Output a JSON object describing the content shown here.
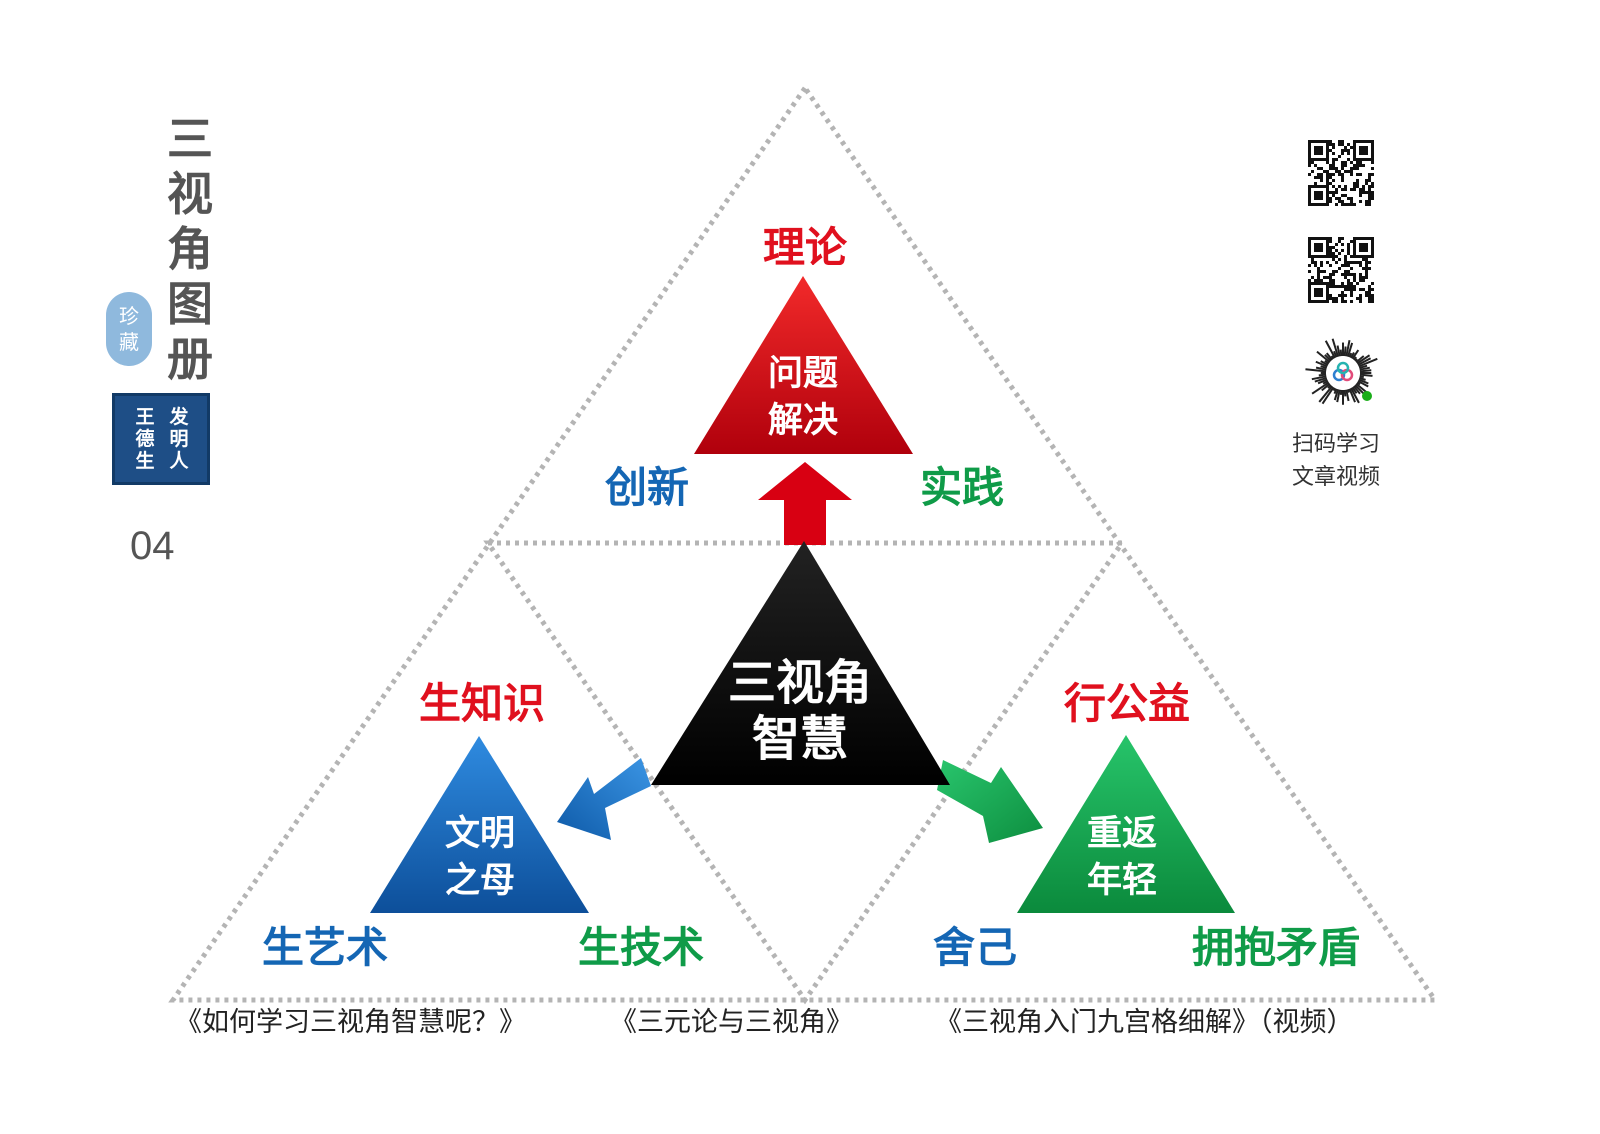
{
  "side_title": [
    "三",
    "视",
    "角",
    "图",
    "册"
  ],
  "seal_oval": [
    "珍",
    "藏"
  ],
  "seal_box": {
    "col_left": [
      "王",
      "德",
      "生"
    ],
    "col_right": [
      "发",
      "明",
      "人"
    ]
  },
  "page_number": "04",
  "top_group": {
    "heading": "理论",
    "core_line1": "问题",
    "core_line2": "解决",
    "left_label": "创新",
    "right_label": "实践"
  },
  "center_group": {
    "line1": "三视角",
    "line2": "智慧"
  },
  "left_group": {
    "heading": "生知识",
    "core_line1": "文明",
    "core_line2": "之母",
    "left_label": "生艺术",
    "right_label": "生技术"
  },
  "right_group": {
    "heading": "行公益",
    "core_line1": "重返",
    "core_line2": "年轻",
    "left_label": "舍己",
    "right_label": "拥抱矛盾"
  },
  "qr_caption": [
    "扫码学习",
    "文章视频"
  ],
  "bottom_links": [
    "《如何学习三视角智慧呢？》",
    "《三元论与三视角》",
    "《三视角入门九宫格细解》（视频）"
  ],
  "colors": {
    "red": "#e0101e",
    "blue": "#1466b4",
    "green": "#0f9b48",
    "dark_text": "#333333",
    "dotted_line": "#b4b4b4"
  }
}
